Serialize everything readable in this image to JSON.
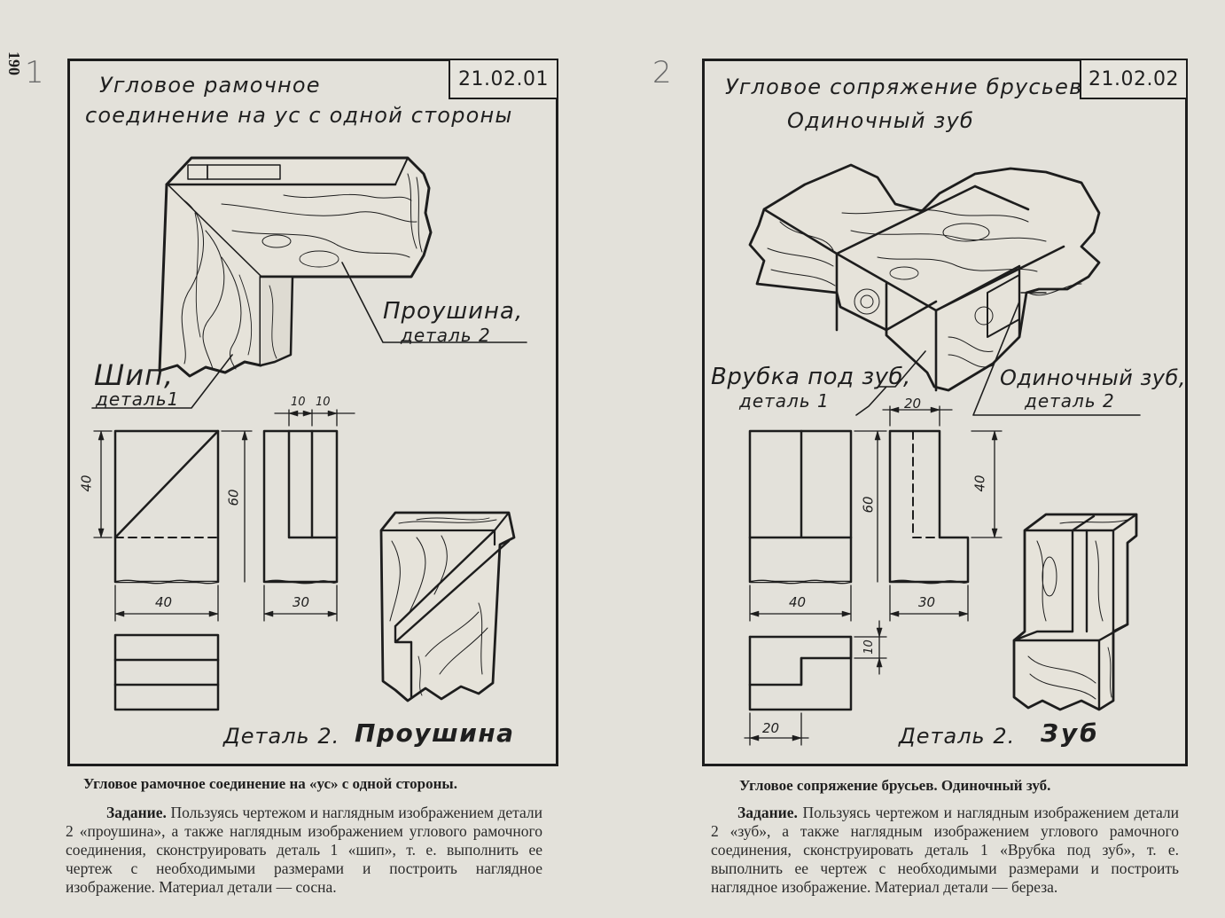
{
  "page": {
    "number": "190"
  },
  "left": {
    "mark": "1",
    "code": "21.02.01",
    "title_line1": "Угловое рамочное",
    "title_line2": "соединение на ус с одной стороны",
    "label_part2_name": "Проушина,",
    "label_part2_sub": "деталь 2",
    "label_part1_name": "Шип,",
    "label_part1_sub": "деталь1",
    "dims": {
      "w40_bottom": "40",
      "h40": "40",
      "h60": "60",
      "w10a": "10",
      "w10b": "10",
      "w30": "30"
    },
    "detail_prefix": "Деталь 2.",
    "detail_name": "Проушина",
    "caption": "Угловое рамочное соединение на «ус» с одной стороны.",
    "task_label": "Задание.",
    "task_text": "Пользуясь чертежом и наглядным изображением детали 2 «проушина», а также наглядным изображением углового рамочного соединения, сконструировать деталь 1 «шип», т. е. выполнить ее чертеж с необходимыми размерами и построить наглядное изображение. Материал детали — сосна."
  },
  "right": {
    "mark": "2",
    "code": "21.02.02",
    "title_line1": "Угловое сопряжение брусьев",
    "title_line2": "Одиночный зуб",
    "label_part1_name": "Врубка под зуб,",
    "label_part1_sub": "деталь 1",
    "label_part2_name": "Одиночный зуб,",
    "label_part2_sub": "деталь 2",
    "dims": {
      "w20_top": "20",
      "h60": "60",
      "h40": "40",
      "w40": "40",
      "w30": "30",
      "h10": "10",
      "w20_bottom": "20"
    },
    "detail_prefix": "Деталь 2.",
    "detail_name": "Зуб",
    "caption": "Угловое сопряжение брусьев. Одиночный зуб.",
    "task_label": "Задание.",
    "task_text": "Пользуясь чертежом и наглядным изображением детали 2 «зуб», а также наглядным изображением углового рамочного соединения, сконструировать деталь 1 «Врубка под зуб», т. е. выполнить ее чертеж с необходимыми размерами и построить наглядное изображение. Материал детали — береза."
  }
}
